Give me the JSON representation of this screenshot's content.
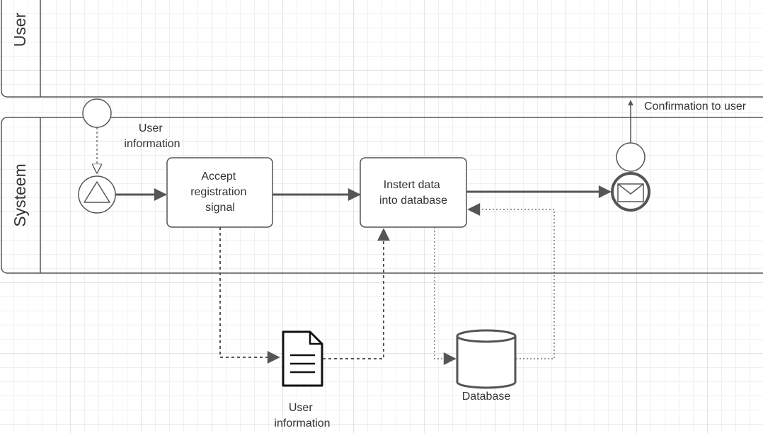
{
  "lanes": {
    "user": {
      "title": "User"
    },
    "system": {
      "title": "Systeem"
    }
  },
  "events": {
    "message_start_label": [
      "User",
      "information"
    ],
    "end_message_label": "Confirmation to user"
  },
  "tasks": {
    "accept": {
      "lines": [
        "Accept",
        "registration",
        "signal"
      ]
    },
    "insert": {
      "lines": [
        "Instert data",
        "into database"
      ]
    }
  },
  "artifacts": {
    "document_label": [
      "User",
      "information"
    ],
    "database_label": "Database"
  },
  "icons": {
    "start_event": "signal-triangle-icon",
    "end_event": "envelope-icon",
    "data_object": "document-icon",
    "data_store": "database-cylinder-icon"
  },
  "colors": {
    "stroke": "#555555",
    "text": "#333333",
    "grid": "#e3e3e3"
  }
}
